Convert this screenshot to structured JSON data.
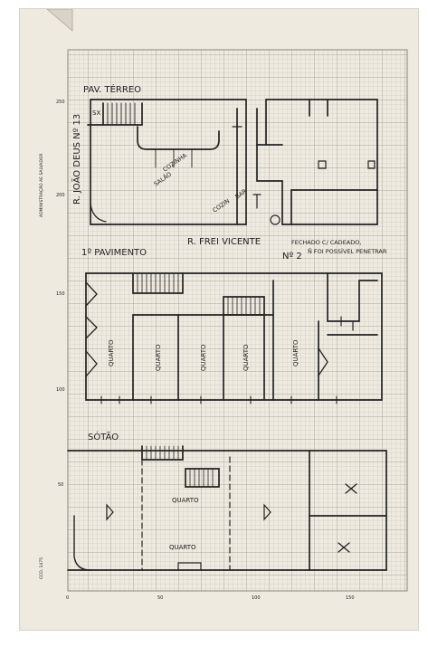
{
  "labels": {
    "ground_floor": "PAV. TÉRREO",
    "first_floor": "1º PAVIMENTO",
    "attic": "SÓTÃO",
    "street_side": "R. JOÃO DEUS Nº 13",
    "street_bottom": "R. FREI VICENTE",
    "street_number": "Nº 2",
    "note_line1": "FECHADO C/ CADEADO,",
    "note_line2": "Ñ FOI POSSÍVEL PENETRAR",
    "margin_note": "ADMINISTRAÇÃO AE SALVADOR",
    "ground_rooms": [
      "SX",
      "COZINHA",
      "SALÃO",
      "COZIN",
      "BAR"
    ],
    "first_rooms": [
      "QUARTO",
      "QUARTO",
      "QUARTO",
      "QUARTO",
      "QUARTO"
    ],
    "attic_rooms": [
      "QUARTO",
      "QUARTO"
    ],
    "y_scale": [
      "250",
      "200",
      "150",
      "100",
      "50"
    ],
    "x_scale": [
      "0",
      "50",
      "100",
      "150"
    ],
    "corner_code": "CCO. 1475"
  }
}
